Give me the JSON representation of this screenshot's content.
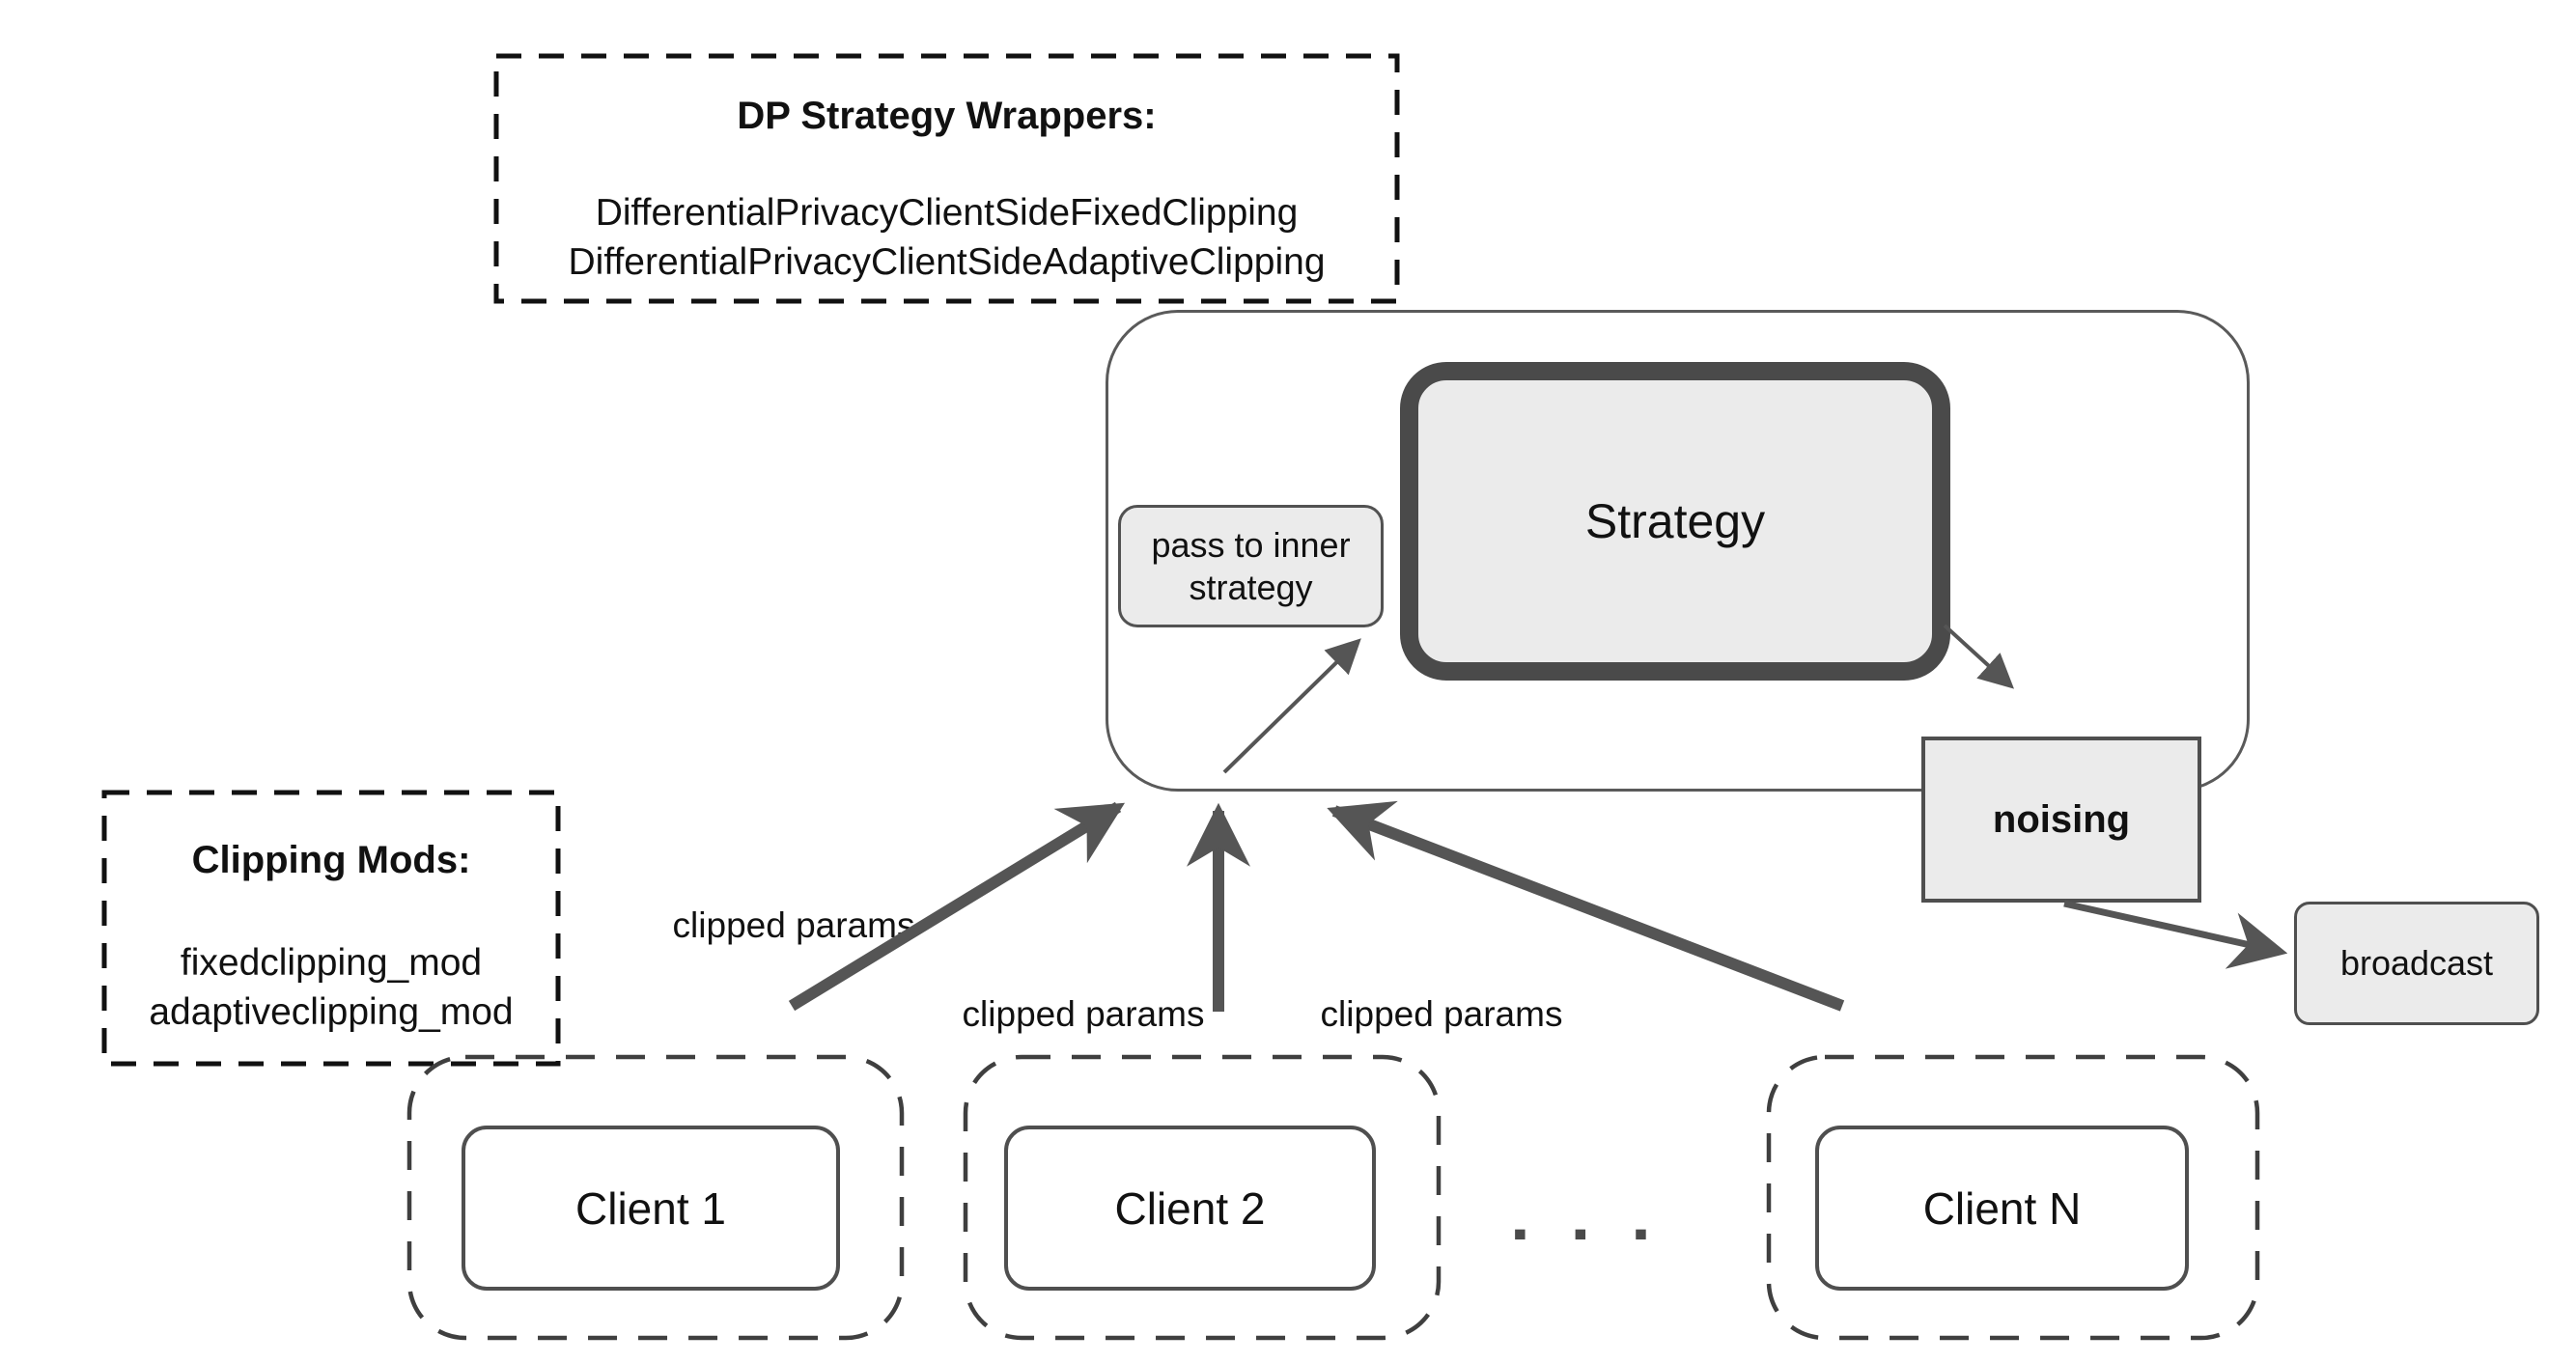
{
  "wrappers_box": {
    "title": "DP Strategy Wrappers:",
    "items": [
      "DifferentialPrivacyClientSideFixedClipping",
      "DifferentialPrivacyClientSideAdaptiveClipping"
    ]
  },
  "mods_box": {
    "title": "Clipping Mods:",
    "items": [
      "fixedclipping_mod",
      "adaptiveclipping_mod"
    ]
  },
  "server": {
    "pass_to_inner_label": "pass to inner strategy",
    "strategy_label": "Strategy",
    "noising_label": "noising",
    "broadcast_label": "broadcast"
  },
  "arrow_labels": [
    "clipped params",
    "clipped params",
    "clipped params"
  ],
  "clients": [
    {
      "label": "Client 1"
    },
    {
      "label": "Client 2"
    },
    {
      "label": "Client N"
    }
  ],
  "ellipsis": "▪ ▪ ▪",
  "colors": {
    "box_fill": "#ebebeb",
    "box_border": "#515151",
    "server_border": "#5a5a5a",
    "arrow": "#555555",
    "dashed_black": "#111111",
    "dashed_gray": "#3f3f3f",
    "text": "#111111"
  }
}
